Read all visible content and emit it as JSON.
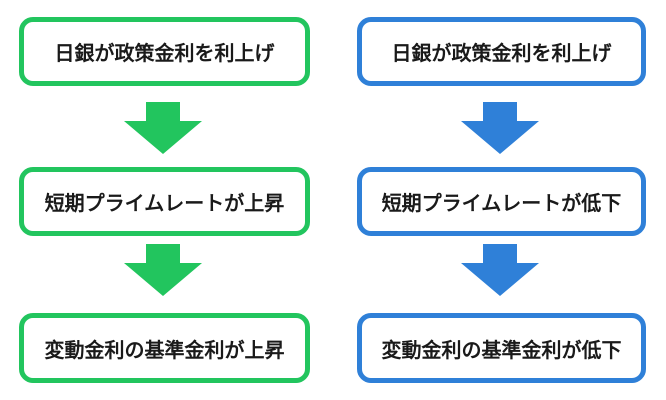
{
  "colors": {
    "left_accent": "#22c55e",
    "right_accent": "#2f80d8"
  },
  "left_flow": {
    "steps": [
      "日銀が政策金利を利上げ",
      "短期プライムレートが上昇",
      "変動金利の基準金利が上昇"
    ],
    "arrow_icon": "down-arrow-icon"
  },
  "right_flow": {
    "steps": [
      "日銀が政策金利を利上げ",
      "短期プライムレートが低下",
      "変動金利の基準金利が低下"
    ],
    "arrow_icon": "down-arrow-icon"
  }
}
